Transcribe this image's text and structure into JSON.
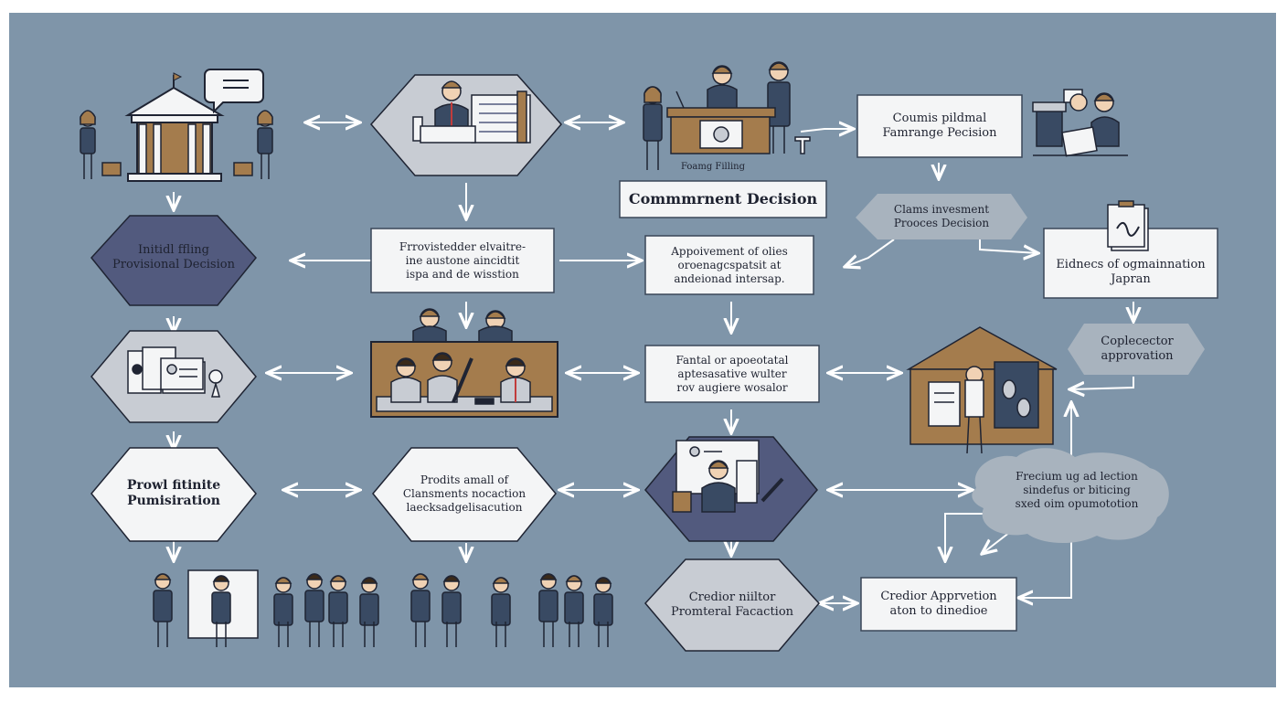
{
  "colors": {
    "background": "#7f95a9",
    "box_fill": "#f4f5f6",
    "hex_dark": "#525a7e",
    "hex_light": "#c8ccd3",
    "brown": "#a47c4d",
    "cloud": "#a8b3be",
    "navy": "#394a63"
  },
  "boxes": {
    "courts_decision": {
      "line1": "Coumis pildmal",
      "line2": "Famrange Pecision"
    },
    "commitment_decision": {
      "line1": "Commmrnent Decision"
    },
    "provisional_box": {
      "line1": "Frrovistedder elvaitre-",
      "line2": "ine austone aincidtit",
      "line3": "ispa and de wisstion"
    },
    "appointment_box": {
      "line1": "Appoivement of olies",
      "line2": "oroenagcspatsit at",
      "line3": "andeionad intersap."
    },
    "evidence_box": {
      "line1": "Eidnecs of ogmainnation",
      "line2": "Japran"
    },
    "partial_box": {
      "line1": "Fantal or apoeotatal",
      "line2": "aptesasative wulter",
      "line3": "rov augiere wosalor"
    },
    "creditor_approval": {
      "line1": "Credior Apprvetion",
      "line2": "aton to dinedioe"
    }
  },
  "hexagons": {
    "initial_filing": {
      "line1": "Initidl ffling",
      "line2": "Provisional Decision"
    },
    "prowl_finite": {
      "line1": "Prowl fitinite",
      "line2": "Pumisiration"
    },
    "products_small": {
      "line1": "Prodits amall of",
      "line2": "Clansments nocaction",
      "line3": "laecksadgelisacution"
    },
    "creditor_proforma": {
      "line1": "Credior niiltor",
      "line2": "Promteral Facaction"
    }
  },
  "clouds": {
    "claims_investment": {
      "line1": "Clams invesment",
      "line2": "Prooces Decision"
    },
    "coplecetor": {
      "line1": "Coplecector",
      "line2": "approvation"
    },
    "freciam": {
      "line1": "Frecium ug ad lection",
      "line2": "sindefus or biticing",
      "line3": "sxed oim opumototion"
    }
  },
  "scene_caption": "Foamg Filling"
}
